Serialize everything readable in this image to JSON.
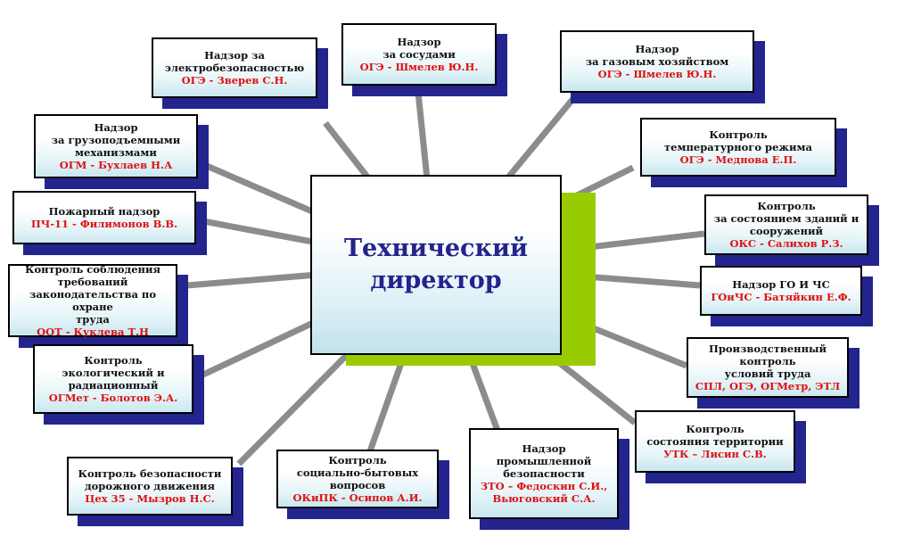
{
  "center": {
    "title": "Технический\nдиректор"
  },
  "nodes": [
    {
      "id": "n1",
      "title": "Надзор за\nэлектробезопасностью",
      "resp": "ОГЭ - Зверев С.Н."
    },
    {
      "id": "n2",
      "title": "Надзор\nза сосудами",
      "resp": "ОГЭ - Шмелев Ю.Н."
    },
    {
      "id": "n3",
      "title": "Надзор\nза газовым хозяйством",
      "resp": "ОГЭ - Шмелев Ю.Н."
    },
    {
      "id": "n4",
      "title": "Надзор\nза грузоподъемными\nмеханизмами",
      "resp": "ОГМ - Бухлаев Н.А"
    },
    {
      "id": "n5",
      "title": "Контроль\nтемпературного режима",
      "resp": "ОГЭ - Меднова Е.П."
    },
    {
      "id": "n6",
      "title": "Пожарный надзор",
      "resp": "ПЧ-11 - Филимонов В.В."
    },
    {
      "id": "n7",
      "title": "Контроль\nза состоянием зданий и\nсооружений",
      "resp": "ОКС - Салихов Р.З."
    },
    {
      "id": "n8",
      "title": "Контроль соблюдения\nтребований\nзаконодательства по охране\nтруда",
      "resp": "ООТ - Куклева Т.Н"
    },
    {
      "id": "n9",
      "title": "Надзор ГО И ЧС",
      "resp": "ГОиЧС - Батяйкин Е.Ф."
    },
    {
      "id": "n10",
      "title": "Производственный контроль\nусловий труда",
      "resp": "СПЛ, ОГЭ, ОГМетр, ЭТЛ"
    },
    {
      "id": "n11",
      "title": "Контроль\nэкологический и\nрадиационный",
      "resp": "ОГМет - Болотов Э.А."
    },
    {
      "id": "n12",
      "title": "Контроль\nсостояния территории",
      "resp": "УТК – Лисин С.В."
    },
    {
      "id": "n13",
      "title": "Контроль безопасности\nдорожного движения",
      "resp": "Цех 35 - Мызров Н.С."
    },
    {
      "id": "n14",
      "title": "Контроль\nсоциально-бытовых вопросов",
      "resp": "ОКиПК - Осипов А.И."
    },
    {
      "id": "n15",
      "title": "Надзор\nпромышленной\nбезопасности",
      "resp": "ЗТО – Федоскин С.И.,\nВьюговский С.А."
    }
  ],
  "colors": {
    "connector": "#8c8c8c",
    "shadow": "#24248f",
    "accent_green": "#99cc00",
    "center_text": "#23238c",
    "responsible_text": "#e01010"
  }
}
